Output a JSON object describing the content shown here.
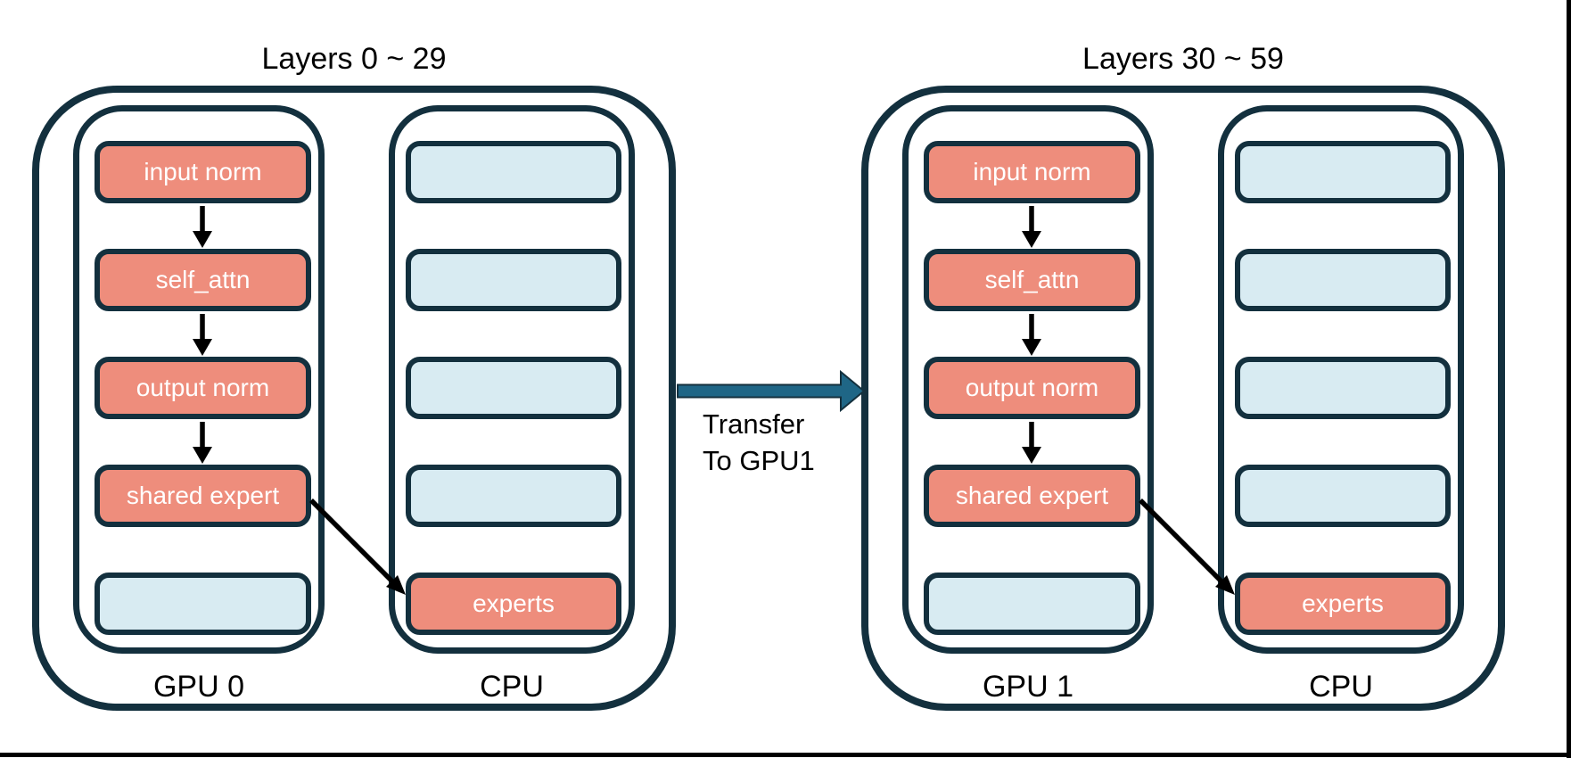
{
  "diagram": {
    "groups": [
      {
        "title": "Layers 0 ~ 29",
        "gpu": {
          "label": "GPU 0",
          "modules": [
            "input norm",
            "self_attn",
            "output norm",
            "shared expert"
          ],
          "empty_slots": 1
        },
        "cpu": {
          "label": "CPU",
          "modules": [
            "experts"
          ],
          "empty_slots": 4
        },
        "offload_edge": "shared expert -> experts"
      },
      {
        "title": "Layers 30 ~ 59",
        "gpu": {
          "label": "GPU 1",
          "modules": [
            "input norm",
            "self_attn",
            "output norm",
            "shared expert"
          ],
          "empty_slots": 1
        },
        "cpu": {
          "label": "CPU",
          "modules": [
            "experts"
          ],
          "empty_slots": 4
        },
        "offload_edge": "shared expert -> experts"
      }
    ],
    "gpu_flow": [
      "input norm -> self_attn",
      "self_attn -> output norm",
      "output norm -> shared expert"
    ],
    "transfer": {
      "line1": "Transfer",
      "line2": "To GPU1"
    },
    "colors": {
      "module_fill": "#ee8d7c",
      "empty_fill": "#d8ebf2",
      "outline": "#13303e",
      "transfer_arrow": "#1f6686",
      "flow_arrow": "#000000",
      "text_on_module": "#ffffff",
      "label_text": "#000000"
    }
  }
}
